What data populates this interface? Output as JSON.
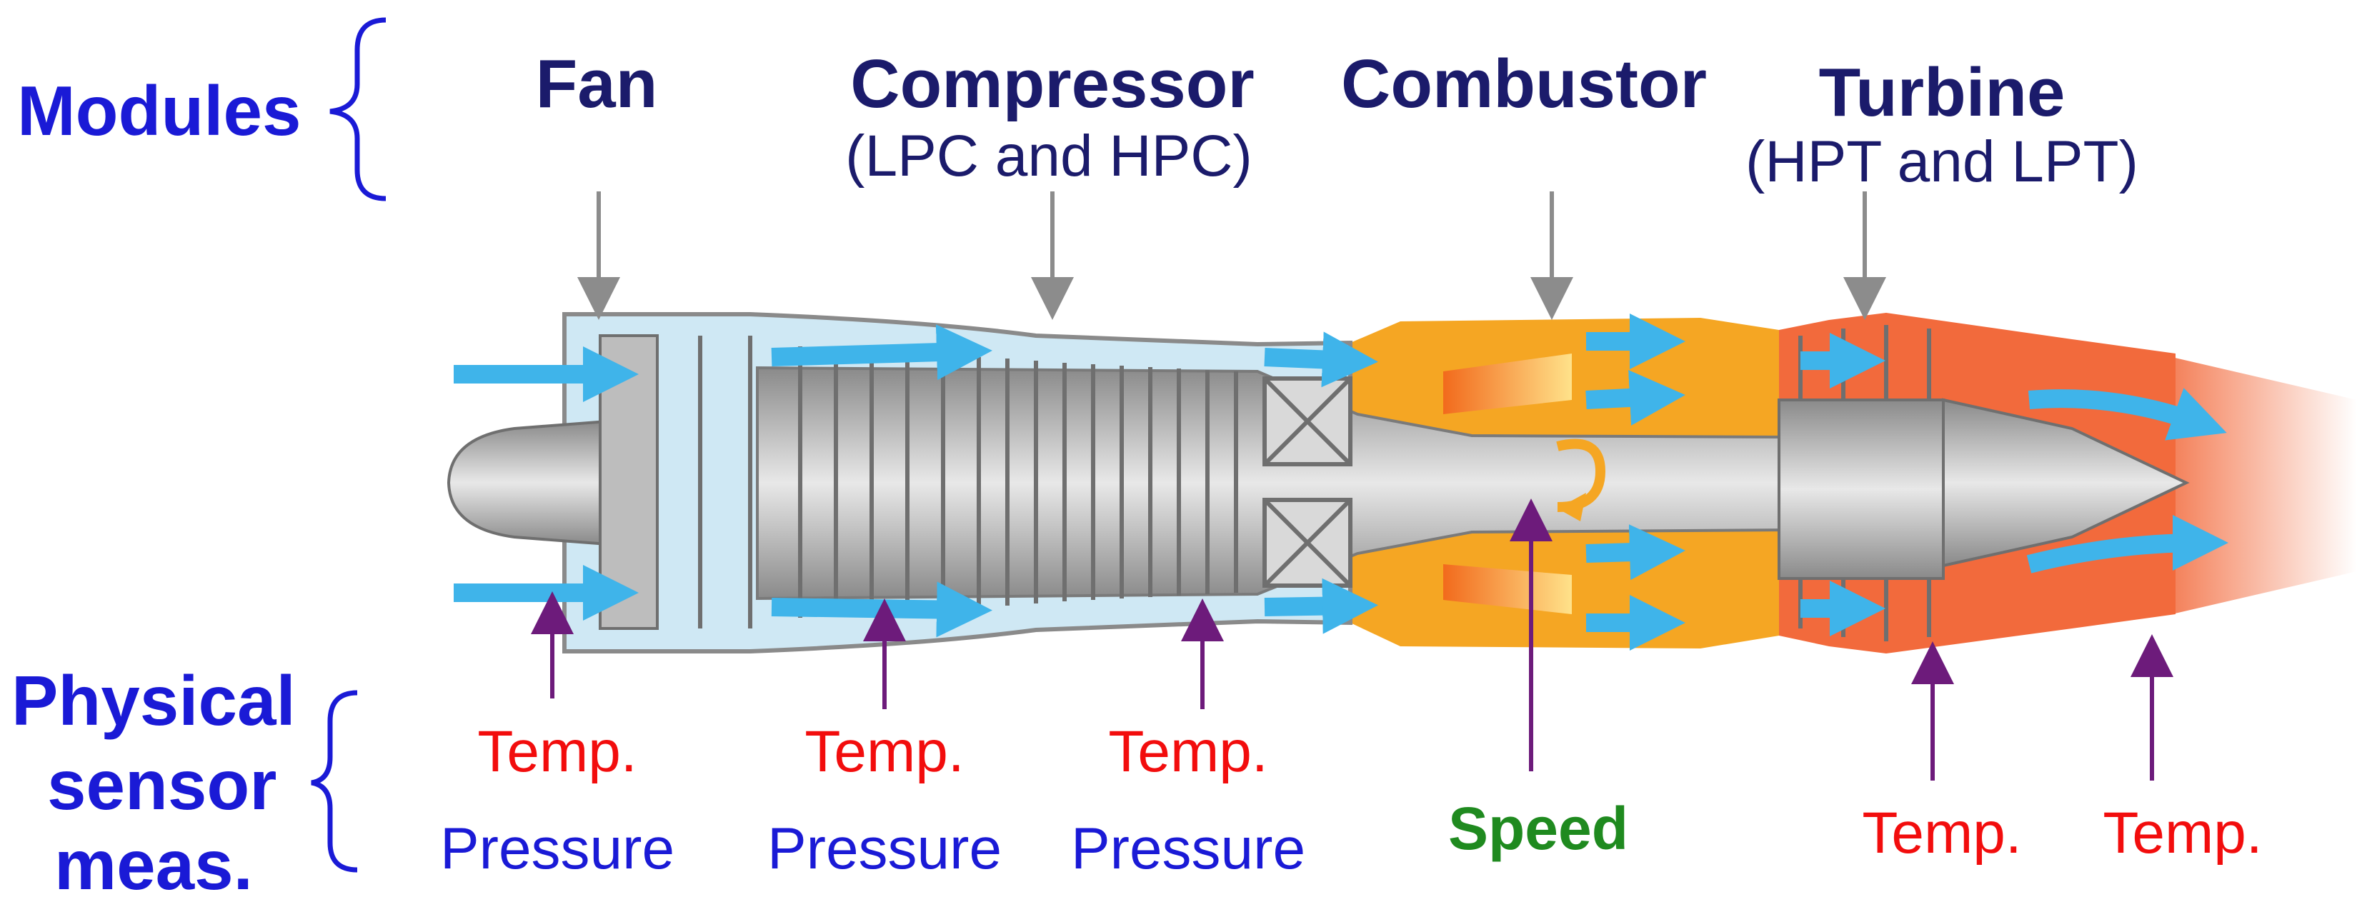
{
  "colors": {
    "side_label": "#1a1ad6",
    "module_label": "#1b1b6b",
    "sensor_temp": "#f20d0d",
    "sensor_pressure": "#1a1ad6",
    "sensor_speed": "#1f8a1f",
    "sensor_arrow": "#6d1b7b",
    "module_arrow": "#8c8c8c",
    "airflow": "#3fb4ea",
    "engine_casing": "#a3a3a3",
    "compressor_tint": "#cfe8f4",
    "combustor": "#f5a623",
    "turbine": "#f26a3c"
  },
  "side_labels": {
    "modules": "Modules",
    "physical_line1": "Physical",
    "physical_line2": "sensor",
    "physical_line3": "meas."
  },
  "modules": [
    {
      "name": "Fan",
      "subtitle": ""
    },
    {
      "name": "Compressor",
      "subtitle": "(LPC and HPC)"
    },
    {
      "name": "Combustor",
      "subtitle": ""
    },
    {
      "name": "Turbine",
      "subtitle": "(HPT and LPT)"
    }
  ],
  "sensors": [
    {
      "temp": "Temp.",
      "pressure": "Pressure"
    },
    {
      "temp": "Temp.",
      "pressure": "Pressure"
    },
    {
      "temp": "Temp.",
      "pressure": "Pressure"
    },
    {
      "speed": "Speed"
    },
    {
      "temp": "Temp."
    },
    {
      "temp": "Temp."
    }
  ],
  "icons": {
    "brace_top": "curly-brace-icon",
    "brace_bottom": "curly-brace-icon",
    "rotation": "rotation-arrow-icon"
  }
}
